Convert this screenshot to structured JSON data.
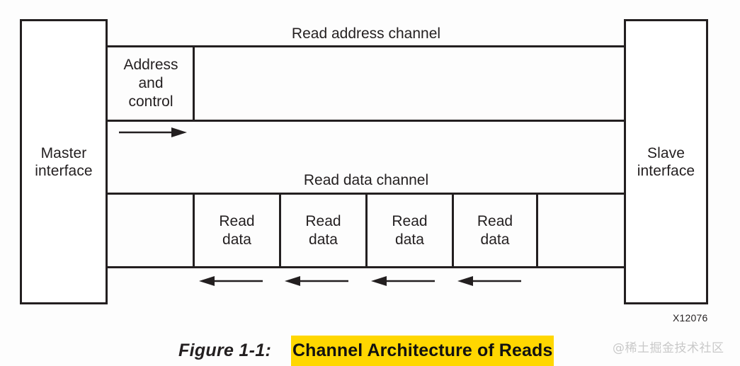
{
  "figure": {
    "id_tag": "X12076",
    "caption_number": "Figure 1-1:",
    "caption_title": "Channel Architecture of Reads",
    "caption_highlight_color": "#ffd700",
    "line_color": "#231f20",
    "background_color": "#fdfdfd"
  },
  "watermark": {
    "text": "@稀土掘金技术社区",
    "color": "#c9c9c9"
  },
  "endpoints": {
    "master": {
      "label": "Master\ninterface"
    },
    "slave": {
      "label": "Slave\ninterface"
    }
  },
  "channels": [
    {
      "name": "read-address-channel",
      "title": "Read address channel",
      "direction": "master-to-slave",
      "arrow_count": 1,
      "cells": [
        {
          "label": "Address\nand\ncontrol"
        }
      ]
    },
    {
      "name": "read-data-channel",
      "title": "Read data channel",
      "direction": "slave-to-master",
      "arrow_count": 4,
      "cells": [
        {
          "label": "Read\ndata"
        },
        {
          "label": "Read\ndata"
        },
        {
          "label": "Read\ndata"
        },
        {
          "label": "Read\ndata"
        }
      ]
    }
  ]
}
